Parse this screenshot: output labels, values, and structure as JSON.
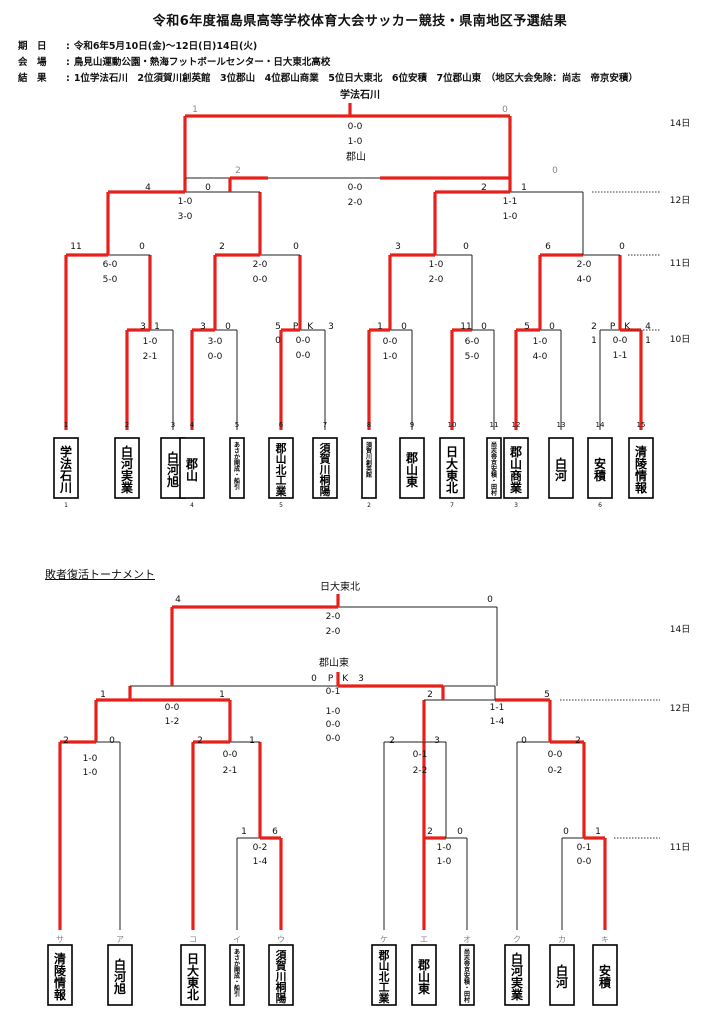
{
  "title": "令和6年度福島県高等学校体育大会サッカー競技・県南地区予選結果",
  "info": [
    {
      "key": "期　日",
      "value": "令和6年5月10日(金)～12日(日)14日(火)"
    },
    {
      "key": "会　場",
      "value": "鳥見山運動公園・熱海フットボールセンター・日大東北高校"
    },
    {
      "key": "結　果",
      "value": "1位学法石川　2位須賀川創英館　3位郡山　4位郡山商業　5位日大東北　6位安積　7位郡山東　（地区大会免除：尚志　帝京安積）"
    }
  ],
  "section_title": "敗者復活トーナメント",
  "day_labels": [
    "14日",
    "12日",
    "11日",
    "10日",
    "14日",
    "12日",
    "11日"
  ],
  "colors": {
    "win": "#e8201a",
    "line": "#222222"
  },
  "main": {
    "champion": "学法石川",
    "semi_winner": "郡山",
    "seeds": [
      "1",
      "2",
      "3",
      "4",
      "5",
      "6",
      "7",
      "8",
      "9",
      "10",
      "11",
      "12",
      "13",
      "14",
      "15"
    ],
    "teams": [
      "学法石川",
      "白河実業",
      "白河旭",
      "郡山",
      "あさか開成・船引",
      "郡山北工業",
      "須賀川桐陽",
      "須賀川創英館",
      "郡山東",
      "日大東北",
      "尚志帝京安積・田村",
      "郡山商業",
      "白河",
      "安積",
      "清陵情報"
    ],
    "bottom_nums": [
      "1",
      "",
      "",
      "4",
      "",
      "5",
      "",
      "2",
      "",
      "7",
      "",
      "3",
      "",
      "6",
      ""
    ],
    "labels": [
      {
        "id": "f_s1",
        "t": "1"
      },
      {
        "id": "f_s2",
        "t": "0"
      },
      {
        "id": "f_r1",
        "t": "0-0"
      },
      {
        "id": "f_r2",
        "t": "1-0"
      },
      {
        "id": "s1_s1",
        "t": "2"
      },
      {
        "id": "s1_s2",
        "t": "0"
      },
      {
        "id": "s1_r1",
        "t": "0-0"
      },
      {
        "id": "s1_r2",
        "t": "2-0"
      },
      {
        "id": "q1_s1",
        "t": "4"
      },
      {
        "id": "q1_s2",
        "t": "0"
      },
      {
        "id": "q1_r1",
        "t": "1-0"
      },
      {
        "id": "q1_r2",
        "t": "3-0"
      },
      {
        "id": "q2_s1",
        "t": "2"
      },
      {
        "id": "q2_s2",
        "t": "1"
      },
      {
        "id": "q2_r1",
        "t": "1-1"
      },
      {
        "id": "q2_r2",
        "t": "1-0"
      },
      {
        "id": "r1_s1",
        "t": "11"
      },
      {
        "id": "r1_s2",
        "t": "0"
      },
      {
        "id": "r1_r1",
        "t": "6-0"
      },
      {
        "id": "r1_r2",
        "t": "5-0"
      },
      {
        "id": "r2_s1",
        "t": "2"
      },
      {
        "id": "r2_s2",
        "t": "0"
      },
      {
        "id": "r2_r1",
        "t": "2-0"
      },
      {
        "id": "r2_r2",
        "t": "0-0"
      },
      {
        "id": "r3_s1",
        "t": "3"
      },
      {
        "id": "r3_s2",
        "t": "0"
      },
      {
        "id": "r3_r1",
        "t": "1-0"
      },
      {
        "id": "r3_r2",
        "t": "2-0"
      },
      {
        "id": "r4_s1",
        "t": "6"
      },
      {
        "id": "r4_s2",
        "t": "0"
      },
      {
        "id": "r4_r1",
        "t": "2-0"
      },
      {
        "id": "r4_r2",
        "t": "4-0"
      },
      {
        "id": "m1_s1",
        "t": "3"
      },
      {
        "id": "m1_s2",
        "t": "1"
      },
      {
        "id": "m1_r1",
        "t": "1-0"
      },
      {
        "id": "m1_r2",
        "t": "2-1"
      },
      {
        "id": "m2_s1",
        "t": "3"
      },
      {
        "id": "m2_s2",
        "t": "0"
      },
      {
        "id": "m2_r1",
        "t": "3-0"
      },
      {
        "id": "m2_r2",
        "t": "0-0"
      },
      {
        "id": "m3_s1",
        "t": "5"
      },
      {
        "id": "m3_pk",
        "t": "P　K"
      },
      {
        "id": "m3_s2",
        "t": "3"
      },
      {
        "id": "m3_a",
        "t": "0"
      },
      {
        "id": "m3_r1",
        "t": "0-0"
      },
      {
        "id": "m3_r2",
        "t": "0-0"
      },
      {
        "id": "m4_s1",
        "t": "1"
      },
      {
        "id": "m4_s2",
        "t": "0"
      },
      {
        "id": "m4_r1",
        "t": "0-0"
      },
      {
        "id": "m4_r2",
        "t": "1-0"
      },
      {
        "id": "m5_s1",
        "t": "11"
      },
      {
        "id": "m5_s2",
        "t": "0"
      },
      {
        "id": "m5_r1",
        "t": "6-0"
      },
      {
        "id": "m5_r2",
        "t": "5-0"
      },
      {
        "id": "m6_s1",
        "t": "5"
      },
      {
        "id": "m6_s2",
        "t": "0"
      },
      {
        "id": "m6_r1",
        "t": "1-0"
      },
      {
        "id": "m6_r2",
        "t": "4-0"
      },
      {
        "id": "m7_s1",
        "t": "2"
      },
      {
        "id": "m7_pk",
        "t": "P　K"
      },
      {
        "id": "m7_s2",
        "t": "4"
      },
      {
        "id": "m7_a",
        "t": "1"
      },
      {
        "id": "m7_b",
        "t": "1"
      },
      {
        "id": "m7_r1",
        "t": "0-0"
      },
      {
        "id": "m7_r2",
        "t": "1-1"
      }
    ]
  },
  "repechage": {
    "champion": "日大東北",
    "semi_winner": "郡山東",
    "kana": [
      "サ",
      "ア",
      "コ",
      "イ",
      "ウ",
      "ケ",
      "エ",
      "オ",
      "ク",
      "カ",
      "キ"
    ],
    "teams": [
      "清陵情報",
      "白河旭",
      "日大東北",
      "あさか開成・船引",
      "須賀川桐陽",
      "郡山北工業",
      "郡山東",
      "尚志帝京安積・田村",
      "白河実業",
      "白河",
      "安積"
    ],
    "labels": [
      {
        "id": "f_s1",
        "t": "4"
      },
      {
        "id": "f_s2",
        "t": "0"
      },
      {
        "id": "f_r1",
        "t": "2-0"
      },
      {
        "id": "f_r2",
        "t": "2-0"
      },
      {
        "id": "s_s1",
        "t": "0"
      },
      {
        "id": "s_pk",
        "t": "P　K"
      },
      {
        "id": "s_s2",
        "t": "3"
      },
      {
        "id": "s_r1",
        "t": "0-1"
      },
      {
        "id": "s_r2",
        "t": "1-0"
      },
      {
        "id": "s_r3",
        "t": "0-0"
      },
      {
        "id": "s_r4",
        "t": "0-0"
      },
      {
        "id": "q1_s1",
        "t": "1"
      },
      {
        "id": "q1_s2",
        "t": "1"
      },
      {
        "id": "q1_r1",
        "t": "0-0"
      },
      {
        "id": "q1_r2",
        "t": "1-2"
      },
      {
        "id": "q2_s1",
        "t": "2"
      },
      {
        "id": "q2_s2",
        "t": "5"
      },
      {
        "id": "q2_r1",
        "t": "1-1"
      },
      {
        "id": "q2_r2",
        "t": "1-4"
      },
      {
        "id": "a_s1",
        "t": "2"
      },
      {
        "id": "a_s2",
        "t": "0"
      },
      {
        "id": "a_r1",
        "t": "1-0"
      },
      {
        "id": "a_r2",
        "t": "1-0"
      },
      {
        "id": "b_s1",
        "t": "2"
      },
      {
        "id": "b_s2",
        "t": "1"
      },
      {
        "id": "b_r1",
        "t": "0-0"
      },
      {
        "id": "b_r2",
        "t": "2-1"
      },
      {
        "id": "c_s1",
        "t": "2"
      },
      {
        "id": "c_s2",
        "t": "3"
      },
      {
        "id": "c_r1",
        "t": "0-1"
      },
      {
        "id": "c_r2",
        "t": "2-2"
      },
      {
        "id": "d_s1",
        "t": "0"
      },
      {
        "id": "d_s2",
        "t": "2"
      },
      {
        "id": "d_r1",
        "t": "0-0"
      },
      {
        "id": "d_r2",
        "t": "0-2"
      },
      {
        "id": "e_s1",
        "t": "1"
      },
      {
        "id": "e_s2",
        "t": "6"
      },
      {
        "id": "e_r1",
        "t": "0-2"
      },
      {
        "id": "e_r2",
        "t": "1-4"
      },
      {
        "id": "g_s1",
        "t": "2"
      },
      {
        "id": "g_s2",
        "t": "0"
      },
      {
        "id": "g_r1",
        "t": "1-0"
      },
      {
        "id": "g_r2",
        "t": "1-0"
      },
      {
        "id": "h_s1",
        "t": "0"
      },
      {
        "id": "h_s2",
        "t": "1"
      },
      {
        "id": "h_r1",
        "t": "0-1"
      },
      {
        "id": "h_r2",
        "t": "0-0"
      }
    ]
  }
}
